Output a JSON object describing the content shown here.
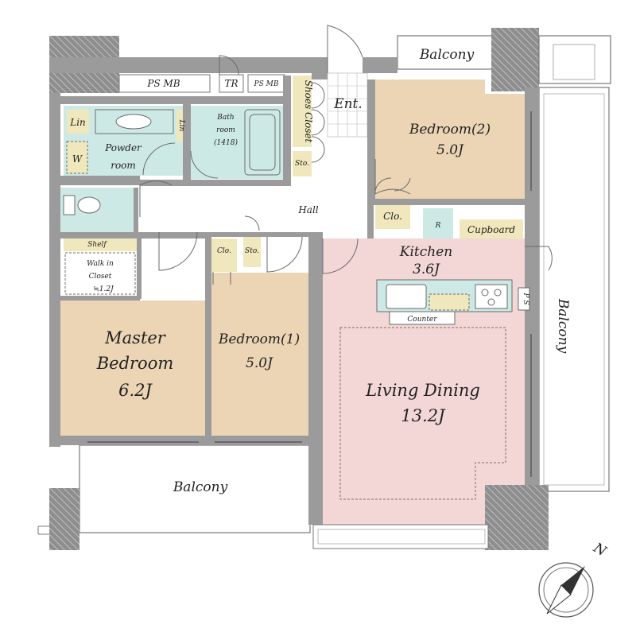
{
  "plan": {
    "rooms": {
      "balcony_top": "Balcony",
      "balcony_right": "Balcony",
      "balcony_bottom": "Balcony",
      "ps_mb_left": "PS MB",
      "tr": "TR",
      "ps_mb_mid": "PS MB",
      "shoes_closet": "Shoes Closet",
      "sto_entry": "Sto.",
      "entrance": "Ent.",
      "bedroom2_name": "Bedroom(2)",
      "bedroom2_size": "5.0J",
      "lin_left": "Lin",
      "lin_mid": "Lin",
      "powder_room_1": "Powder",
      "powder_room_2": "room",
      "w": "W",
      "bath_1": "Bath",
      "bath_2": "room",
      "bath_3": "(1418)",
      "hall": "Hall",
      "clo_kitchen": "Clo.",
      "r": "R",
      "cupboard": "Cupboard",
      "kitchen_name": "Kitchen",
      "kitchen_size": "3.6J",
      "ps": "P S",
      "shelf": "Shelf",
      "walkin_1": "Walk in",
      "walkin_2": "Closet",
      "walkin_3": "≒1.2J",
      "clo_bed1": "Clo.",
      "sto_bed1": "Sto.",
      "counter": "Counter",
      "master_1": "Master",
      "master_2": "Bedroom",
      "master_3": "6.2J",
      "bedroom1_name": "Bedroom(1)",
      "bedroom1_size": "5.0J",
      "living_name": "Living Dining",
      "living_size": "13.2J",
      "north": "N"
    },
    "colors": {
      "bedroom": "#ecd5b4",
      "living": "#f3d6d6",
      "wet": "#cde9e6",
      "storage": "#f0e8bc",
      "wall": "#9b9b9b",
      "floor": "#ffffff"
    }
  }
}
